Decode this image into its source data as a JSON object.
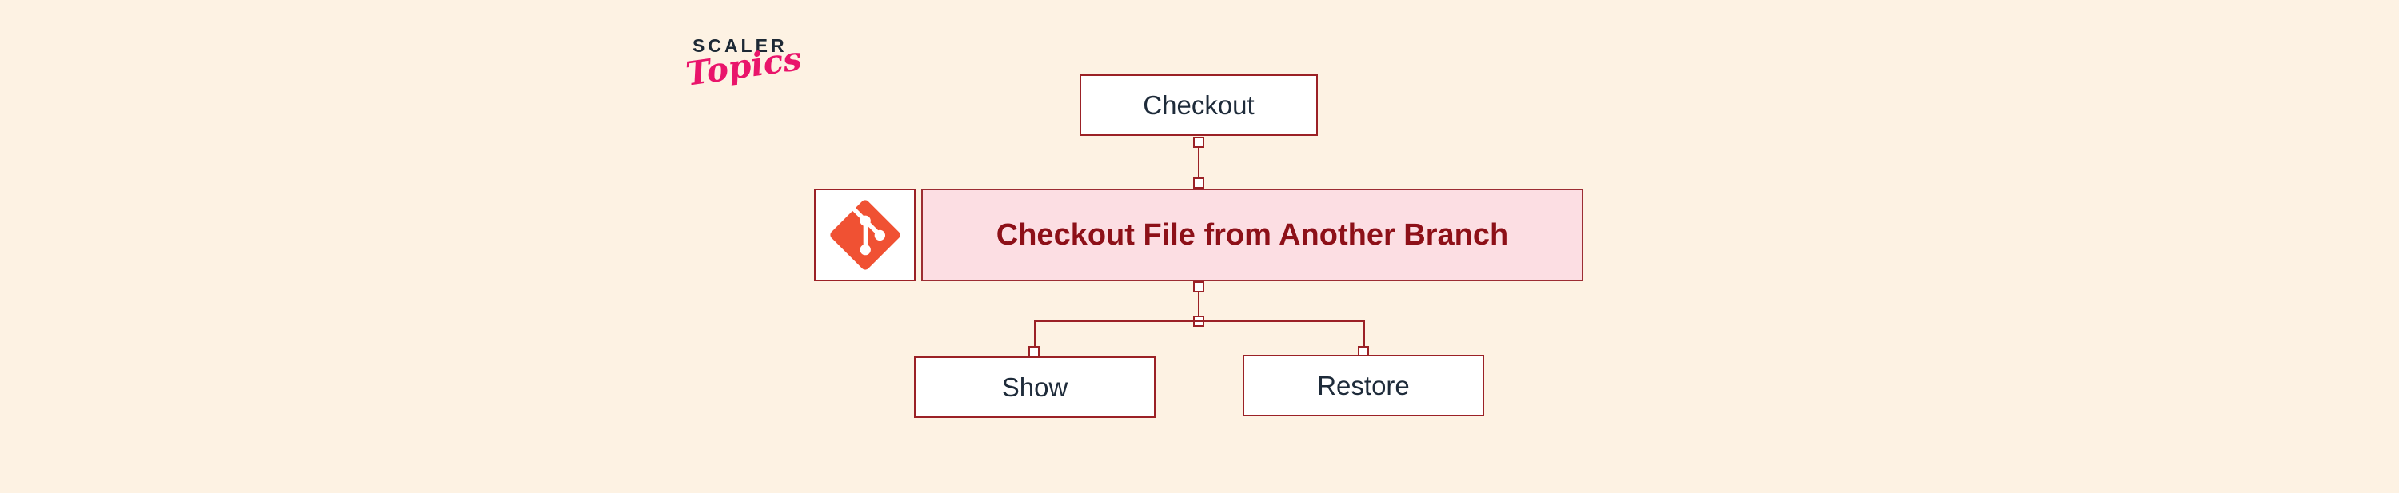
{
  "logo": {
    "brand": "SCALER",
    "sub": "Topics"
  },
  "diagram": {
    "parent_node": {
      "label": "Checkout"
    },
    "title_node": {
      "label": "Checkout File from Another Branch",
      "icon": "git-icon"
    },
    "child_nodes": [
      {
        "label": "Show"
      },
      {
        "label": "Restore"
      }
    ]
  },
  "colors": {
    "background": "#fdf2e3",
    "node_fill": "#ffffff",
    "node_border": "#9b2126",
    "node_text": "#1e2b3a",
    "title_fill": "#fcdee3",
    "title_text": "#8d1018",
    "git_orange": "#f05133",
    "logo_navy": "#1d2935",
    "logo_pink": "#e9156b"
  }
}
